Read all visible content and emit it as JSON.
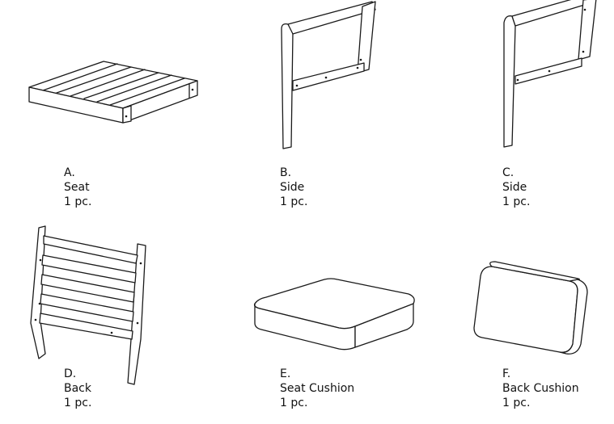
{
  "parts": [
    {
      "letter": "A.",
      "name": "Seat",
      "qty": "1 pc."
    },
    {
      "letter": "B.",
      "name": "Side",
      "qty": "1 pc."
    },
    {
      "letter": "C.",
      "name": "Side",
      "qty": "1 pc."
    },
    {
      "letter": "D.",
      "name": "Back",
      "qty": "1 pc."
    },
    {
      "letter": "E.",
      "name": "Seat Cushion",
      "qty": "1 pc."
    },
    {
      "letter": "F.",
      "name": "Back Cushion",
      "qty": "1 pc."
    }
  ]
}
